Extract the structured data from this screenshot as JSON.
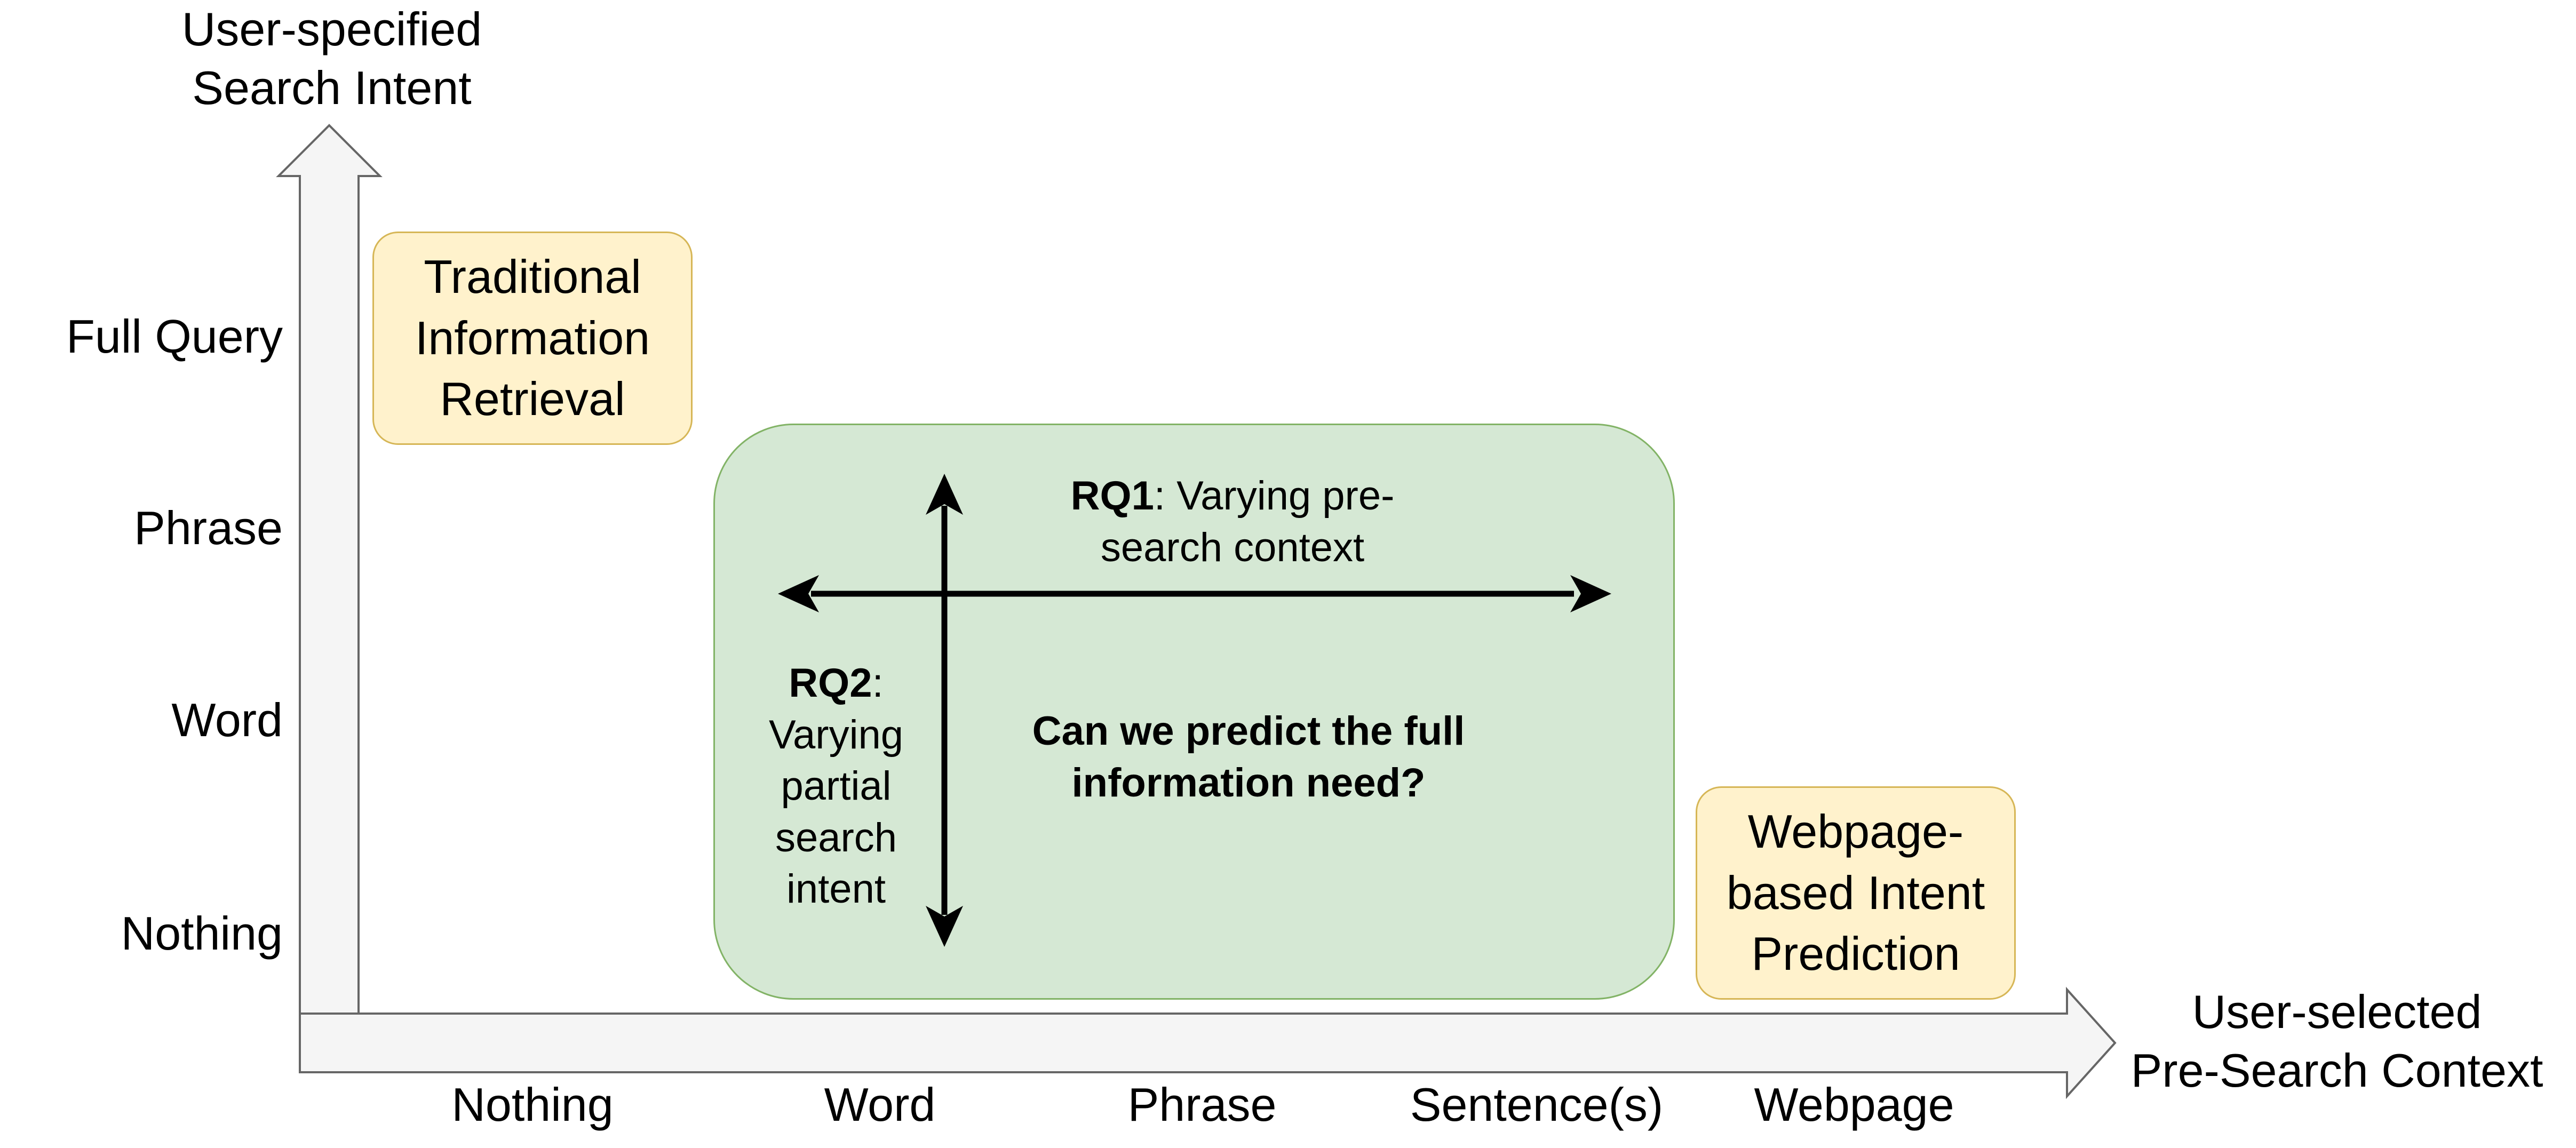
{
  "y_axis": {
    "title_line1": "User-specified",
    "title_line2": "Search Intent",
    "ticks": [
      "Full Query",
      "Phrase",
      "Word",
      "Nothing"
    ]
  },
  "x_axis": {
    "title_line1": "User-selected",
    "title_line2": "Pre-Search Context",
    "ticks": [
      "Nothing",
      "Word",
      "Phrase",
      "Sentence(s)",
      "Webpage"
    ]
  },
  "boxes": {
    "traditional": {
      "line1": "Traditional",
      "line2": "Information",
      "line3": "Retrieval"
    },
    "webpage": {
      "line1": "Webpage-",
      "line2": "based Intent",
      "line3": "Prediction"
    }
  },
  "region": {
    "rq1_label": "RQ1",
    "rq1_text_line1": ": Varying pre-",
    "rq1_text_line2": "search context",
    "rq2_label": "RQ2",
    "rq2_colon": ":",
    "rq2_lines": [
      "Varying",
      "partial",
      "search",
      "intent"
    ],
    "question_line1": "Can we predict the full",
    "question_line2": "information need?"
  },
  "colors": {
    "yellow_fill": "#fff2cc",
    "yellow_border": "#d6b656",
    "green_fill": "#d5e8d4",
    "green_border": "#82b366",
    "axis_fill": "#f5f5f5",
    "axis_stroke": "#666666"
  }
}
